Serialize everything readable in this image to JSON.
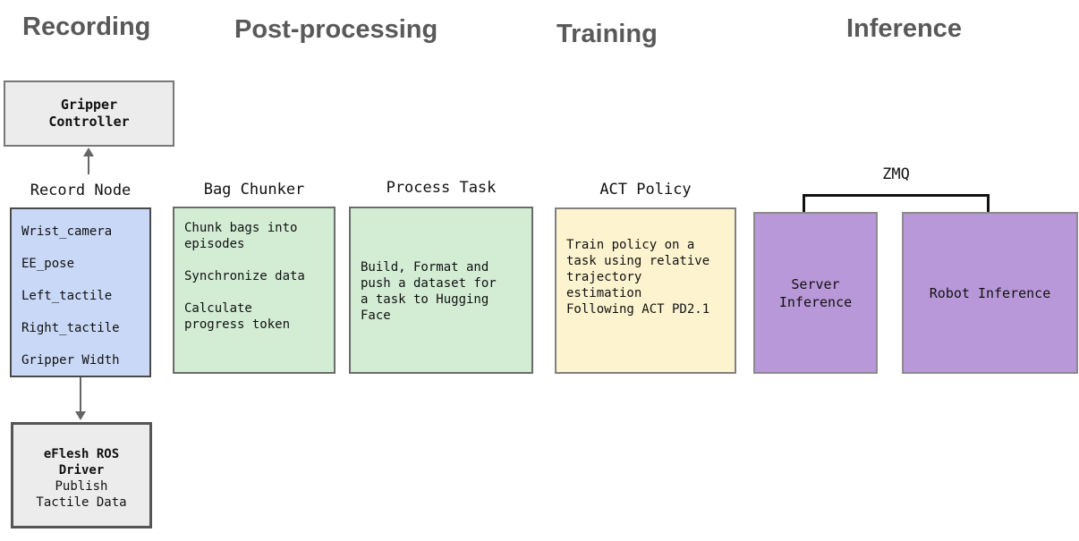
{
  "headers": {
    "recording": "Recording",
    "post_processing": "Post-processing",
    "training": "Training",
    "inference": "Inference"
  },
  "recording": {
    "gripper_controller": {
      "label": "Gripper\nController"
    },
    "record_node": {
      "title": "Record Node",
      "items": [
        "Wrist_camera",
        "EE_pose",
        "Left_tactile",
        "Right_tactile",
        "Gripper Width"
      ]
    },
    "eflesh_driver": {
      "title": "eFlesh ROS\nDriver",
      "subtitle": "Publish\nTactile Data"
    }
  },
  "post_processing": {
    "bag_chunker": {
      "title": "Bag Chunker",
      "items": [
        "Chunk bags into\nepisodes",
        "Synchronize data",
        "Calculate\nprogress token"
      ]
    },
    "process_task": {
      "title": "Process Task",
      "body": "Build, Format and\npush a dataset for\na task to Hugging\nFace"
    }
  },
  "training": {
    "act_policy": {
      "title": "ACT Policy",
      "body": "Train policy on a\ntask using relative\ntrajectory\nestimation\nFollowing ACT PD2.1"
    }
  },
  "inference": {
    "zmq_label": "ZMQ",
    "server_inference": {
      "label": "Server\nInference"
    },
    "robot_inference": {
      "label": "Robot Inference"
    }
  },
  "colors": {
    "header_text": "#595959",
    "blue_fill": "#c9d8f6",
    "green_fill": "#d3edd5",
    "yellow_fill": "#fdf3cf",
    "purple_fill": "#b898d8",
    "gray_fill": "#ececec",
    "arrow": "#666666",
    "bracket": "#111111"
  }
}
